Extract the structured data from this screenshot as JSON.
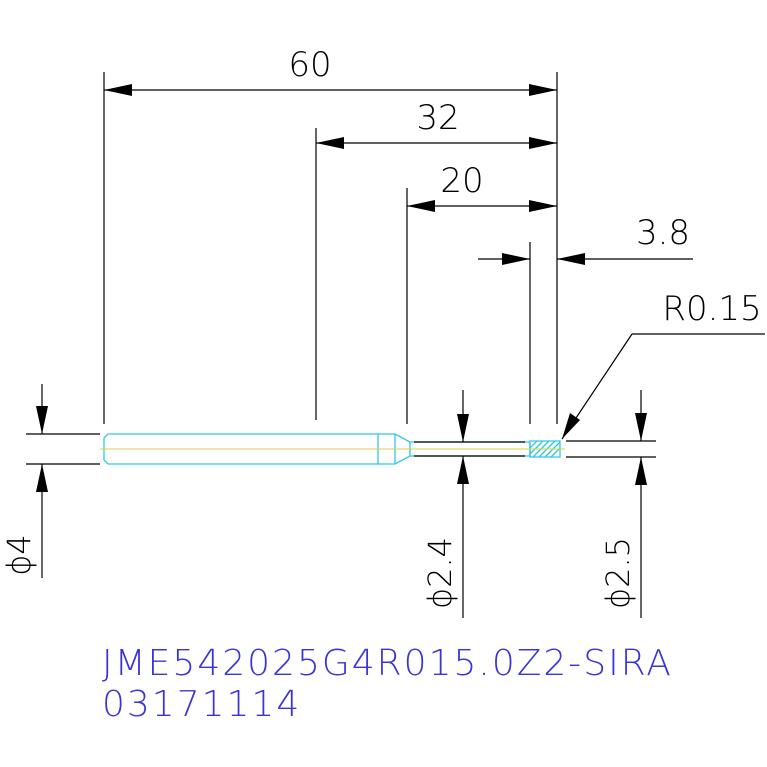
{
  "dimensions": {
    "overall_length": "60",
    "length_32": "32",
    "length_20": "20",
    "length_3_8": "3.8",
    "corner_radius": "R0.15",
    "shank_diameter": "ϕ4",
    "neck_diameter": "ϕ2.4",
    "cutting_diameter": "ϕ2.5"
  },
  "model": {
    "part_number": "JME542025G4R015.0Z2-SIRA",
    "code": "03171114"
  },
  "colors": {
    "dimension_lines": "#000000",
    "tool_outline": "#31c8e8",
    "center_axis": "#d8d24a",
    "model_text": "#3a34d8"
  }
}
